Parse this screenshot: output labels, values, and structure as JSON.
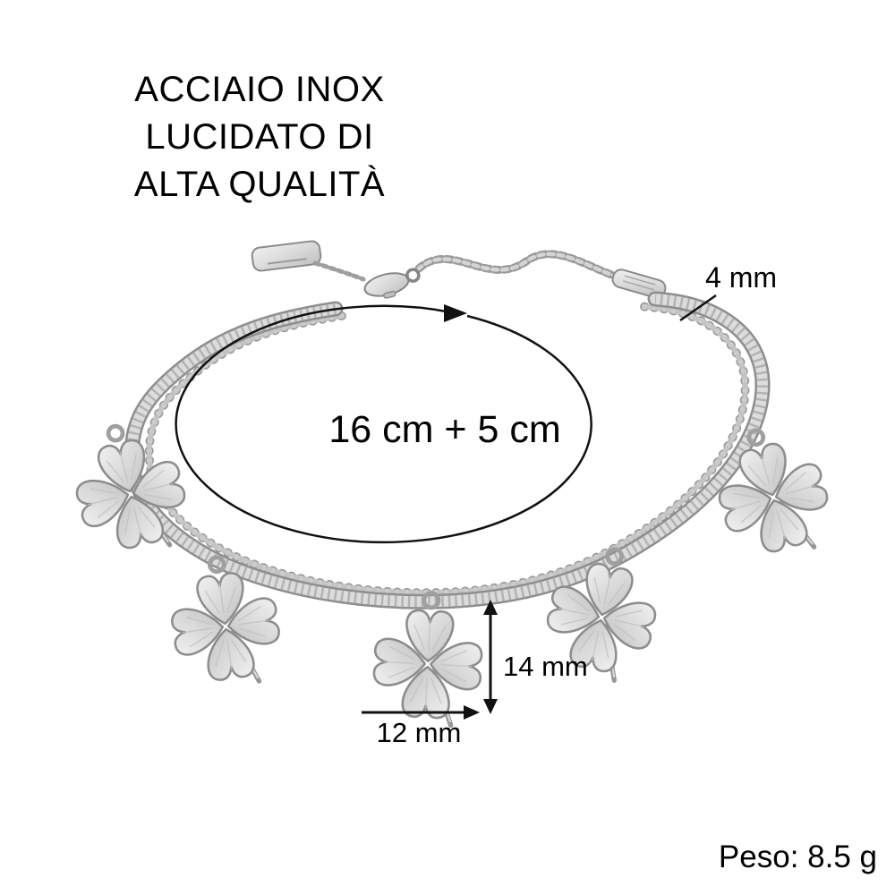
{
  "image": {
    "name": "bracelet-product-photo",
    "charm_count": 5
  },
  "labels": {
    "material": [
      "ACCIAIO INOX",
      "LUCIDATO DI",
      "ALTA QUALITÀ"
    ],
    "length": "16 cm + 5 cm",
    "chain_thickness": "4 mm",
    "charm_height": "14 mm",
    "charm_width": "12 mm",
    "weight": "Peso: 8.5 g"
  },
  "colors": {
    "background": "#ffffff",
    "text": "#000000",
    "metal_light": "#efefef",
    "metal_mid": "#cfcfcf",
    "metal_dark": "#8e8e8e",
    "annotation": "#111111"
  }
}
